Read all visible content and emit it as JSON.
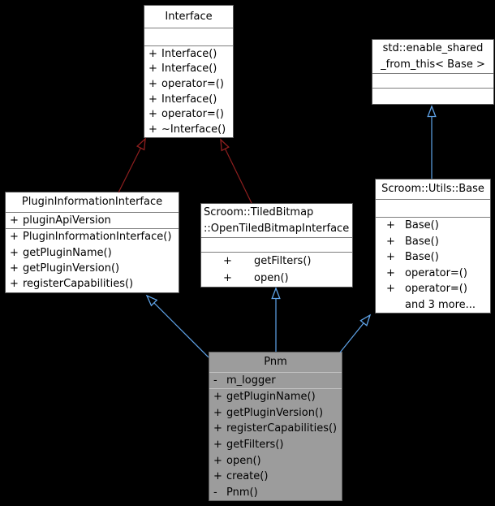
{
  "colors": {
    "background": "#000000",
    "node_fill": "#ffffff",
    "node_border": "#565656",
    "highlight_fill": "#9c9c9c",
    "text": "#000000",
    "arrow_public_inheritance": "#5fa3e8",
    "arrow_private_inheritance": "#8f1f1f"
  },
  "classes": {
    "interface": {
      "title": "Interface",
      "methods": [
        {
          "sign": "+",
          "label": "Interface()"
        },
        {
          "sign": "+",
          "label": "Interface()"
        },
        {
          "sign": "+",
          "label": "operator=()"
        },
        {
          "sign": "+",
          "label": "Interface()"
        },
        {
          "sign": "+",
          "label": "operator=()"
        },
        {
          "sign": "+",
          "label": "~Interface()"
        }
      ]
    },
    "enable_shared": {
      "title_line1": "std::enable_shared",
      "title_line2": "_from_this< Base >"
    },
    "plugin_info": {
      "title": "PluginInformationInterface",
      "attributes": [
        {
          "sign": "+",
          "label": "pluginApiVersion"
        }
      ],
      "methods": [
        {
          "sign": "+",
          "label": "PluginInformationInterface()"
        },
        {
          "sign": "+",
          "label": "getPluginName()"
        },
        {
          "sign": "+",
          "label": "getPluginVersion()"
        },
        {
          "sign": "+",
          "label": "registerCapabilities()"
        }
      ]
    },
    "open_tiled": {
      "title_line1": "Scroom::TiledBitmap",
      "title_line2": "::OpenTiledBitmapInterface",
      "methods": [
        {
          "sign": "+",
          "label": "getFilters()"
        },
        {
          "sign": "+",
          "label": "open()"
        }
      ]
    },
    "base": {
      "title": "Scroom::Utils::Base",
      "methods": [
        {
          "sign": "+",
          "label": "Base()"
        },
        {
          "sign": "+",
          "label": "Base()"
        },
        {
          "sign": "+",
          "label": "Base()"
        },
        {
          "sign": "+",
          "label": "operator=()"
        },
        {
          "sign": "+",
          "label": "operator=()"
        },
        {
          "sign": "",
          "label": "and 3 more..."
        }
      ]
    },
    "pnm": {
      "title": "Pnm",
      "attributes": [
        {
          "sign": "-",
          "label": "m_logger"
        }
      ],
      "methods": [
        {
          "sign": "+",
          "label": "getPluginName()"
        },
        {
          "sign": "+",
          "label": "getPluginVersion()"
        },
        {
          "sign": "+",
          "label": "registerCapabilities()"
        },
        {
          "sign": "+",
          "label": "getFilters()"
        },
        {
          "sign": "+",
          "label": "open()"
        },
        {
          "sign": "+",
          "label": "create()"
        },
        {
          "sign": "-",
          "label": "Pnm()"
        }
      ]
    }
  }
}
